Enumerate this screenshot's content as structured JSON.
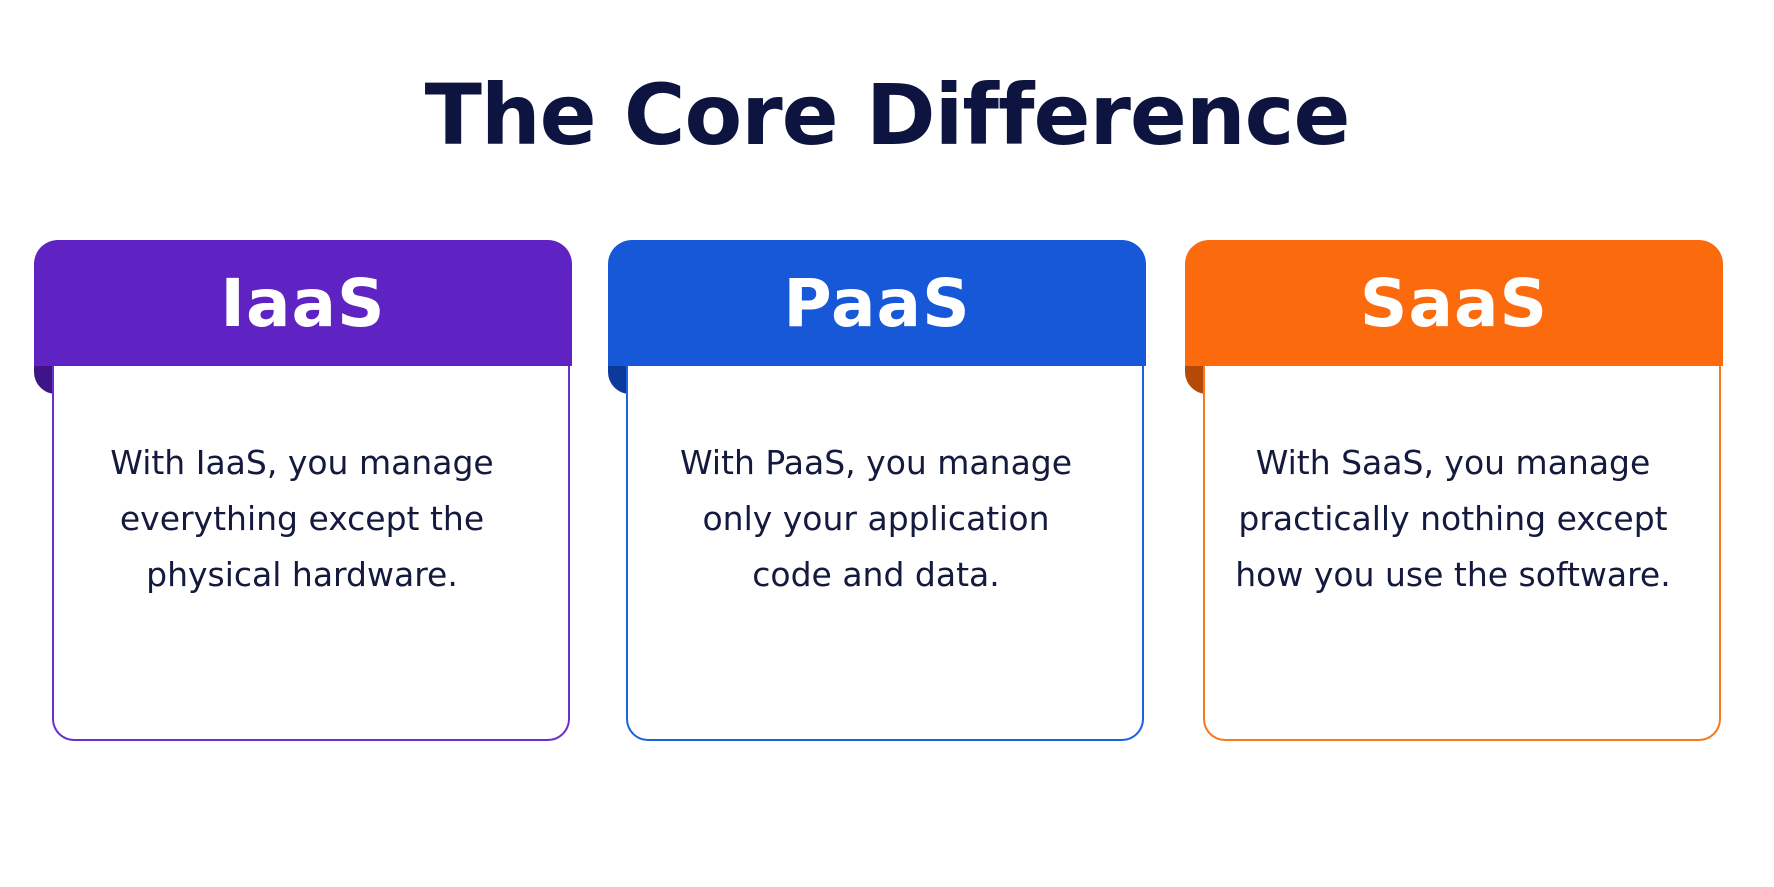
{
  "title": "The Core Difference",
  "cards": [
    {
      "heading": "IaaS",
      "lines": [
        "With IaaS, you manage",
        "everything except the",
        "physical hardware."
      ],
      "color": "#5e23c2",
      "fold_color": "#3f1486",
      "border_color": "#6b2fcc"
    },
    {
      "heading": "PaaS",
      "lines": [
        "With PaaS, you manage",
        "only your application",
        "code and data."
      ],
      "color": "#1758d8",
      "fold_color": "#0c3a9c",
      "border_color": "#1d63dc"
    },
    {
      "heading": "SaaS",
      "lines": [
        "With SaaS, you manage",
        "practically nothing except",
        "how you use the software."
      ],
      "color": "#fb6b0e",
      "fold_color": "#b54a06",
      "border_color": "#f7781f"
    }
  ]
}
